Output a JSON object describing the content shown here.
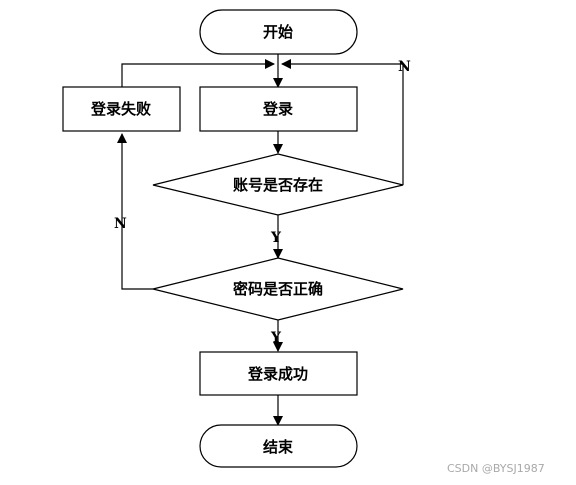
{
  "diagram": {
    "nodes": {
      "start": {
        "label": "开始",
        "shape": "terminator"
      },
      "login": {
        "label": "登录",
        "shape": "process"
      },
      "login_failed": {
        "label": "登录失败",
        "shape": "process"
      },
      "account_exists": {
        "label": "账号是否存在",
        "shape": "decision"
      },
      "password_correct": {
        "label": "密码是否正确",
        "shape": "decision"
      },
      "login_success": {
        "label": "登录成功",
        "shape": "process"
      },
      "end": {
        "label": "结束",
        "shape": "terminator"
      }
    },
    "edges": {
      "account_no": {
        "from": "account_exists",
        "to": "login",
        "label": "N"
      },
      "account_yes": {
        "from": "account_exists",
        "to": "password_correct",
        "label": "Y"
      },
      "password_no": {
        "from": "password_correct",
        "to": "login_failed",
        "label": "N"
      },
      "password_yes": {
        "from": "password_correct",
        "to": "login_success",
        "label": "Y"
      }
    }
  },
  "watermark": {
    "text": "CSDN @BYSJ1987"
  }
}
